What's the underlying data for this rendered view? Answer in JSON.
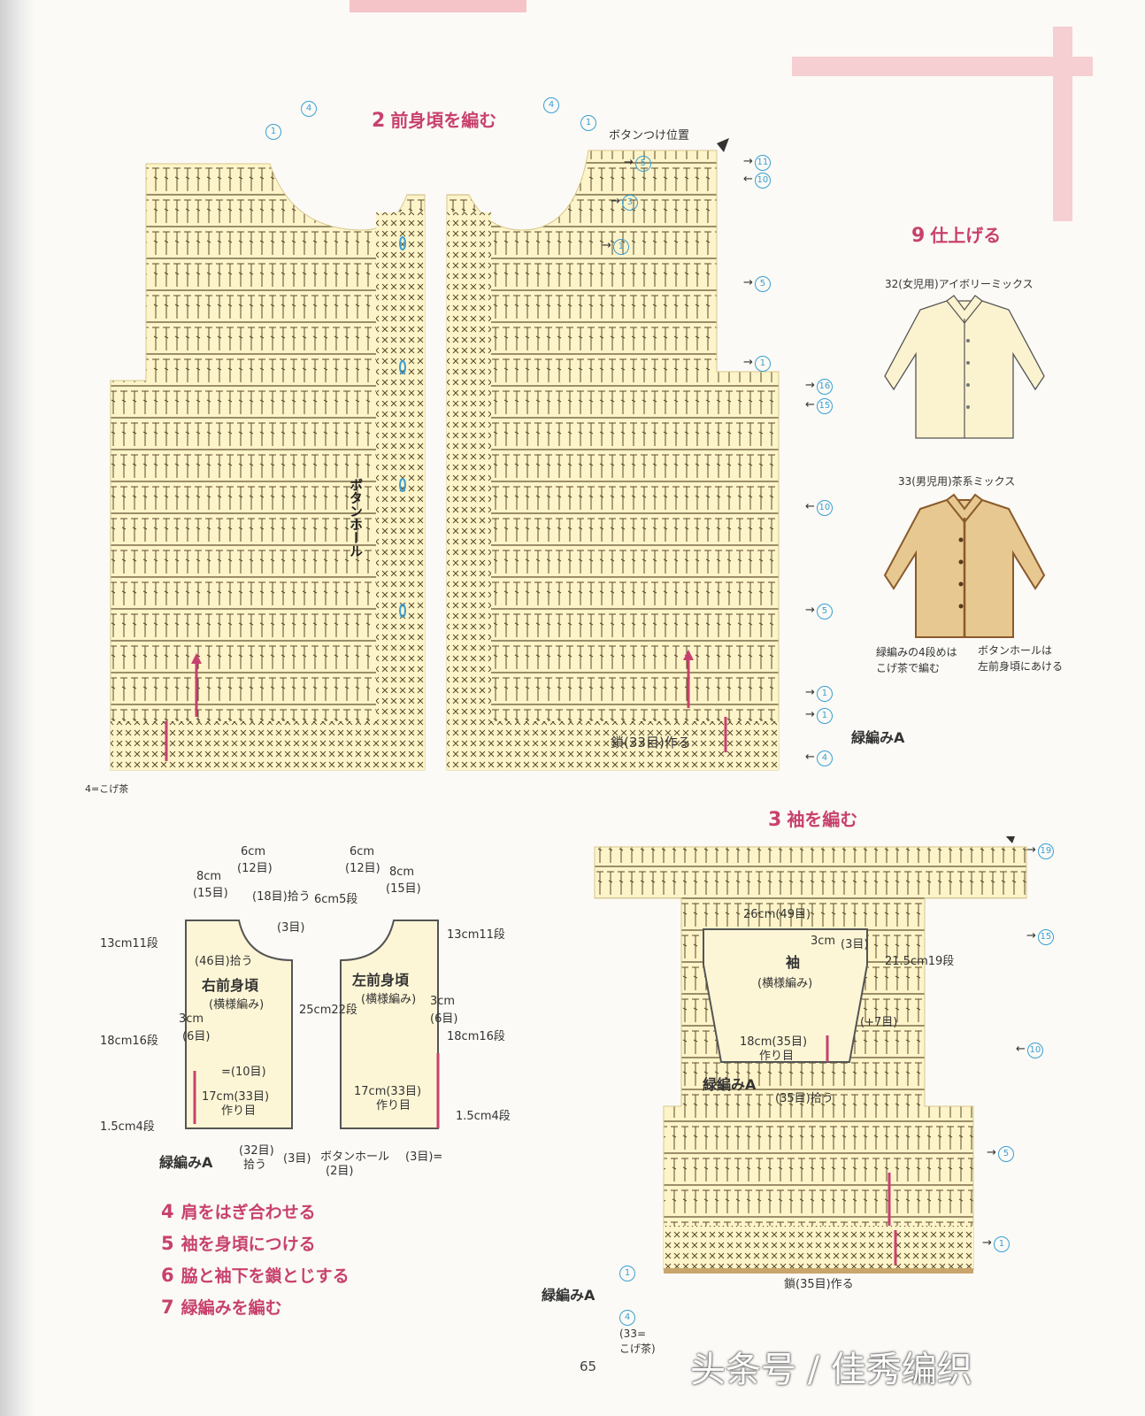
{
  "titles": {
    "front": {
      "num": "2",
      "text": "前身頃を編む"
    },
    "sleeve": {
      "num": "3",
      "text": "袖を編む"
    },
    "finish": {
      "num": "9",
      "text": "仕上げる"
    }
  },
  "front_chart": {
    "button_pos": "ボタンつけ位置",
    "buttonhole_vertical": "ボタンホール",
    "chain": "鎖(33目)作る",
    "edging": "緑編みA",
    "legend": "4=こげ茶",
    "row_marks_right": [
      "11",
      "10",
      "5",
      "1",
      "16",
      "15",
      "10",
      "5",
      "1",
      "1",
      "4"
    ],
    "inner_marks": [
      "5",
      "3",
      "1"
    ],
    "top_marks": [
      "4",
      "1"
    ]
  },
  "finish": {
    "girl_caption": "32(女児用)アイボリーミックス",
    "boy_caption": "33(男児用)茶系ミックス",
    "note_left_1": "緑編みの4段めは",
    "note_left_2": "こげ茶で編む",
    "note_right_1": "ボタンホールは",
    "note_right_2": "左前身頃にあける",
    "colors": {
      "girl": "#fbf3cf",
      "boy": "#e7c890",
      "boy_trim": "#8a5a2b"
    }
  },
  "schematic": {
    "right_title": "右前身頃",
    "left_title": "左前身頃",
    "pattern": "(横様編み)",
    "pattern_left": "(横様編み)",
    "m6cm": "6cm",
    "m12": "(12目)",
    "m6cm_b": "6cm",
    "m12_b": "(12目)",
    "m8cm": "8cm",
    "m15": "(15目)",
    "m8cm_b": "8cm",
    "m15_b": "(15目)",
    "pick18": "(18目)拾う",
    "three": "(3目)",
    "pick46": "(46目)拾う",
    "side6_v": "6cm5段",
    "len13_v": "13cm11段",
    "len13b_v": "13cm11段",
    "len18_v": "18cm16段",
    "len18b_v": "18cm16段",
    "len25_v": "25cm22段",
    "len15_v": "1.5cm4段",
    "len15b_v": "1.5cm4段",
    "c3cm": "3cm",
    "c6": "(6目)",
    "c3cm_b": "3cm",
    "c6_b": "(6目)",
    "ten": "=(10目)",
    "w17": "17cm(33目)",
    "w17_b": "17cm(33目)",
    "make": "作り目",
    "make_b": "作り目",
    "edging": "緑編みA",
    "pick32": "(32目)",
    "pick_word": "拾う",
    "three_b": "(3目)",
    "buttonhole": "ボタンホール",
    "two": "(2目)",
    "three_eq": "(3目)="
  },
  "steps": [
    {
      "num": "4",
      "text": "肩をはぎ合わせる"
    },
    {
      "num": "5",
      "text": "袖を身頃につける"
    },
    {
      "num": "6",
      "text": "脇と袖下を鎖とじする"
    },
    {
      "num": "7",
      "text": "緑編みを編む"
    }
  ],
  "sleeve": {
    "title": "袖",
    "pattern": "(横様編み)",
    "w26": "26cm(49目)",
    "c3cm": "3cm",
    "c3": "(3目)",
    "len21": "21.5cm19段",
    "plus7": "(+7目)",
    "w18": "18cm(35目)",
    "make": "作り目",
    "edging": "緑編みA",
    "pick35": "(35目)拾う",
    "chain35": "鎖(35目)作る",
    "edging2": "緑編みA",
    "legend1": "(33=",
    "legend2": "こげ茶)",
    "row_marks": [
      "19",
      "15",
      "10",
      "5",
      "1",
      "1",
      "4"
    ]
  },
  "page_number": "65",
  "watermark": "头条号 / 佳秀编织"
}
